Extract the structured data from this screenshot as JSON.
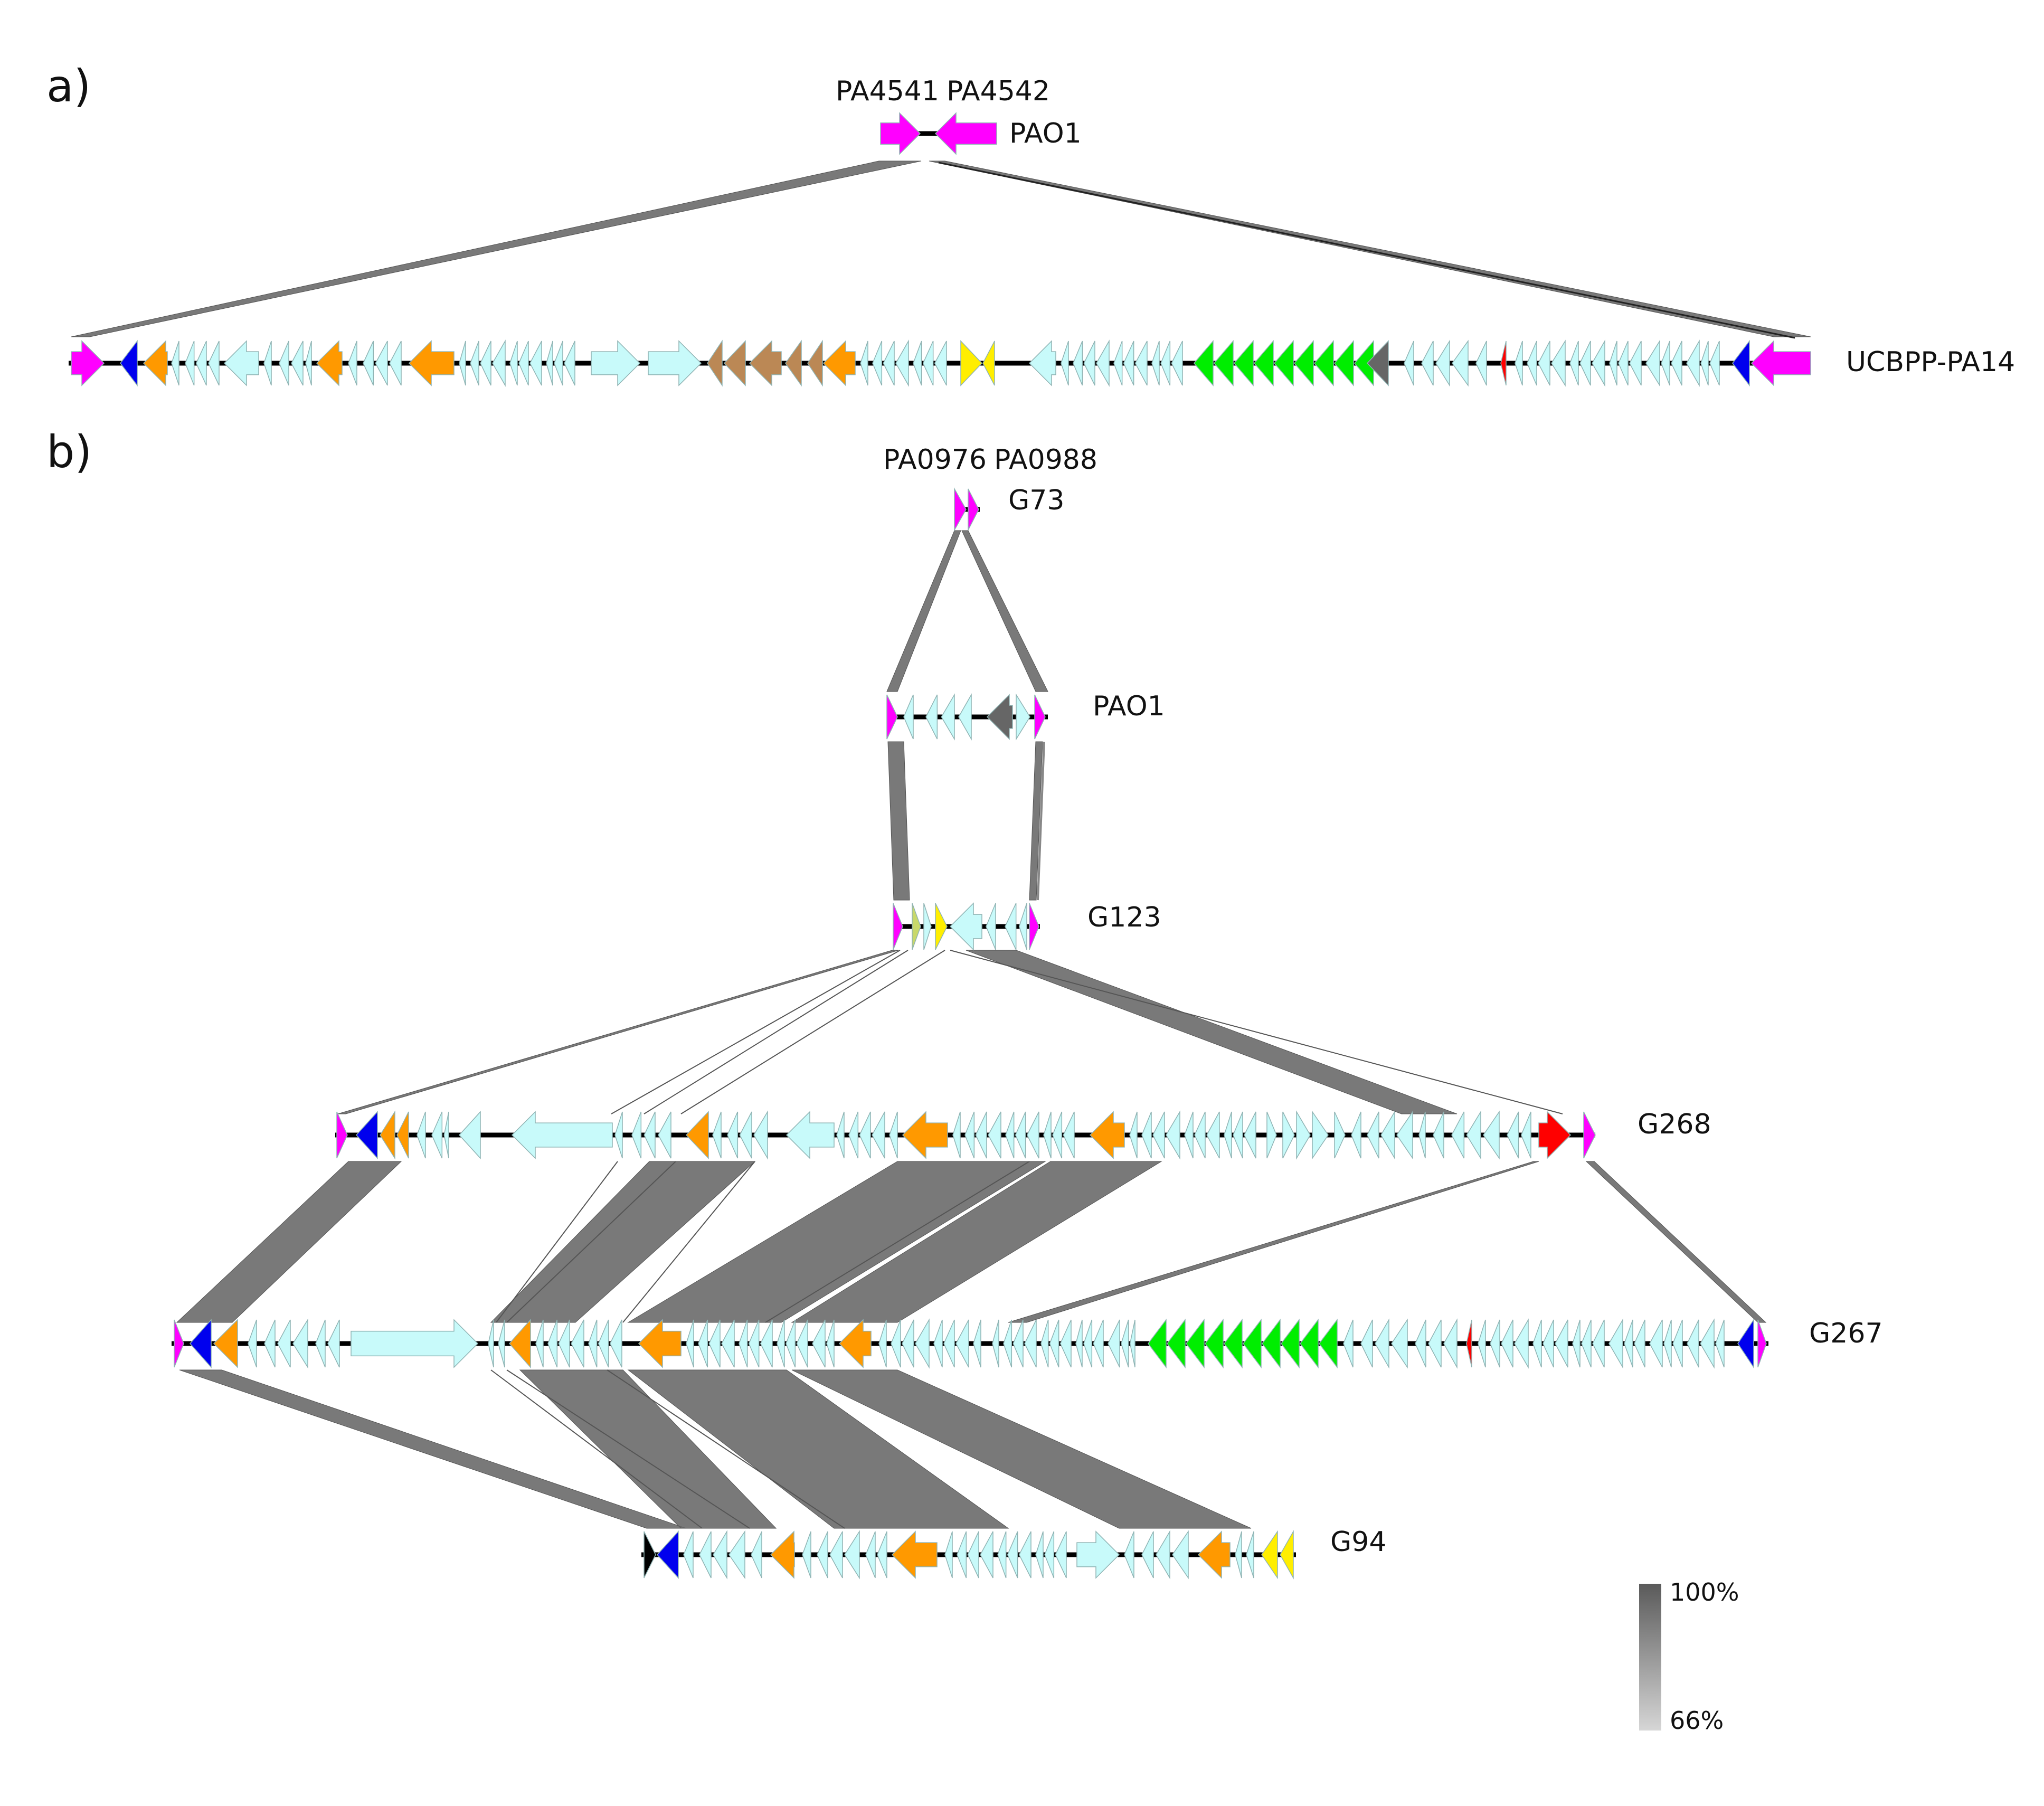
{
  "panels": {
    "a": "a)",
    "b": "b)"
  },
  "gene_labels": {
    "a_left": "PA4541",
    "a_right": "PA4542",
    "b_left": "PA0976",
    "b_right": "PA0988"
  },
  "tracks": {
    "a_pao1": "PAO1",
    "a_pa14": "UCBPP-PA14",
    "g73": "G73",
    "b_pao1": "PAO1",
    "g123": "G123",
    "g268": "G268",
    "g267": "G267",
    "g94": "G94"
  },
  "legend": {
    "identity_max": "100%",
    "identity_min": "66%"
  },
  "colors": {
    "flank": "#ff00ff",
    "integrase": "#0000ee",
    "transposase": "#ff9900",
    "hypothetical": "#c8fafa",
    "phage_structural": "#00ee00",
    "brown": "#bb8855",
    "yellow": "#ffee00",
    "red": "#ff0000",
    "dark": "#666666",
    "link": "#666666"
  }
}
